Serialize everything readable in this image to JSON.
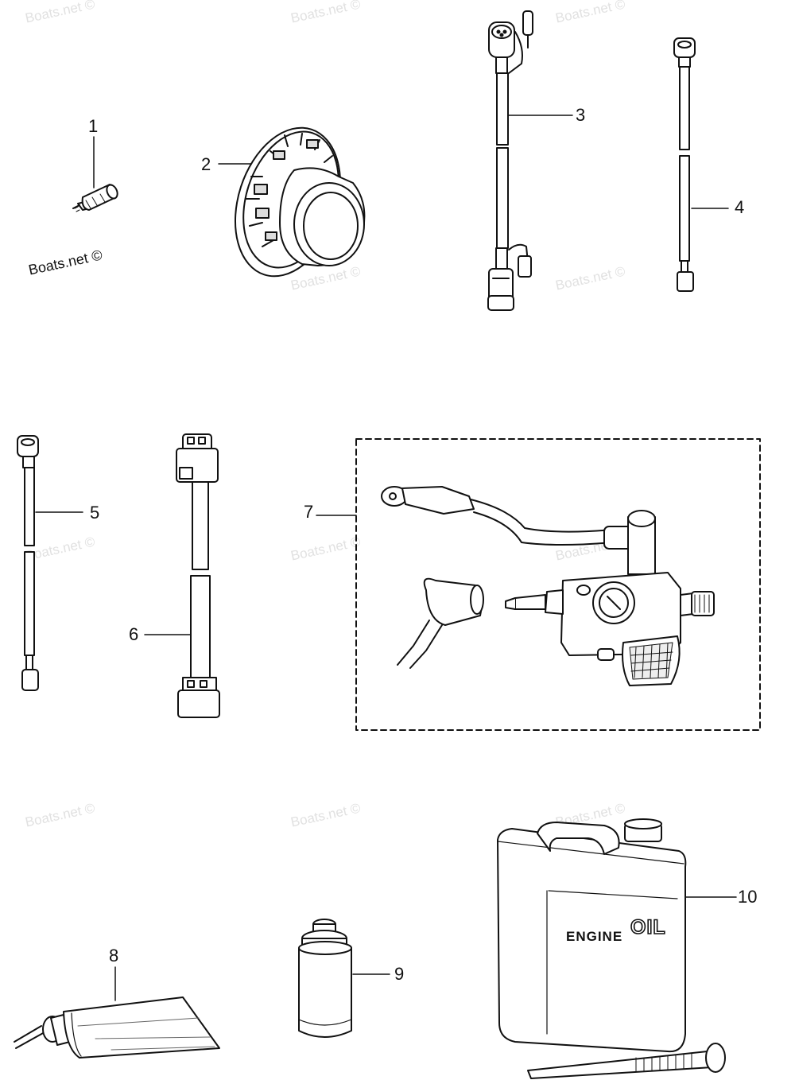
{
  "watermark": "Boats.net ©",
  "brand_mark": "Boats.net ©",
  "callouts": [
    "1",
    "2",
    "3",
    "4",
    "5",
    "6",
    "7",
    "8",
    "9",
    "10"
  ],
  "canister_label": {
    "word1": "ENGINE",
    "word2": "OIL"
  }
}
